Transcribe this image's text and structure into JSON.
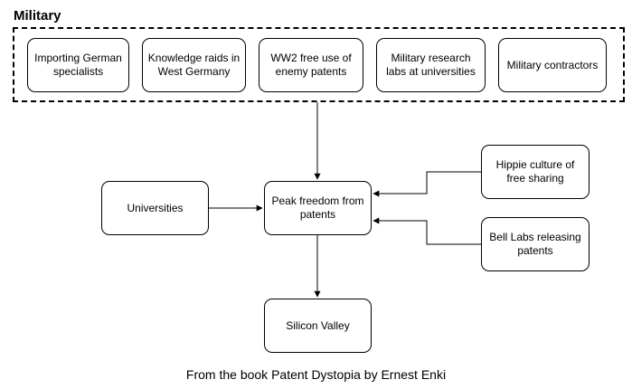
{
  "group": {
    "title": "Military"
  },
  "military_nodes": [
    {
      "label": "Importing German specialists"
    },
    {
      "label": "Knowledge raids in West Germany"
    },
    {
      "label": "WW2 free use  of enemy patents"
    },
    {
      "label": "Military research labs at universities"
    },
    {
      "label": "Military contractors"
    }
  ],
  "nodes": {
    "universities": "Universities",
    "peak": "Peak freedom from patents",
    "hippie": "Hippie culture of free sharing",
    "bell_labs": "Bell Labs releasing patents",
    "silicon_valley": "Silicon Valley"
  },
  "caption": "From the book Patent Dystopia by Ernest Enki"
}
